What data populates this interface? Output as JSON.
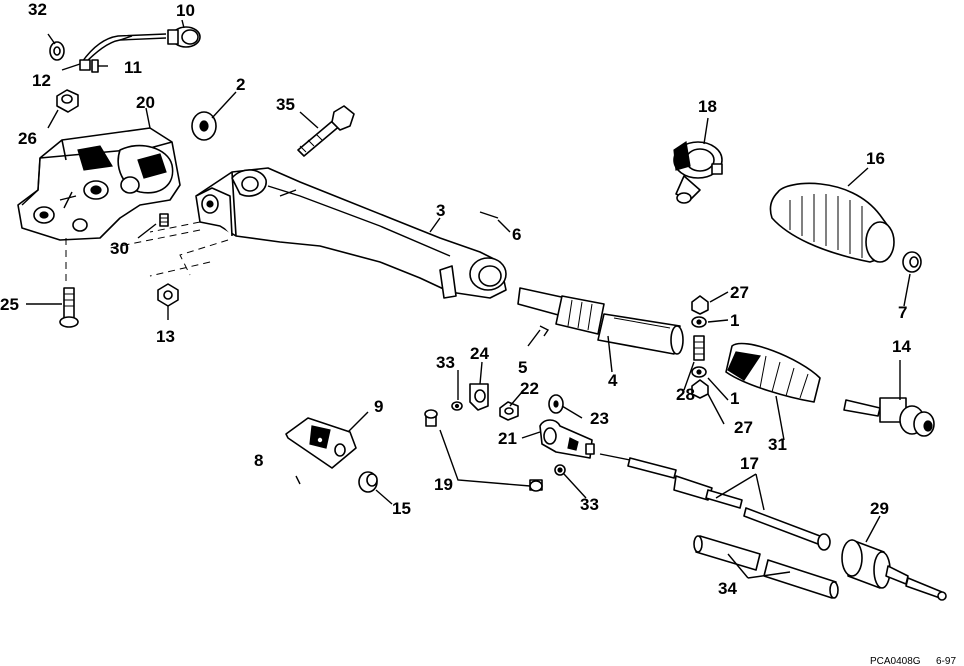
{
  "drawing_code": "PCA0408G",
  "drawing_date": "6-97",
  "callouts": [
    "32",
    "10",
    "12",
    "11",
    "20",
    "2",
    "35",
    "26",
    "30",
    "25",
    "13",
    "3",
    "6",
    "18",
    "16",
    "7",
    "27",
    "1",
    "5",
    "4",
    "28",
    "14",
    "33",
    "24",
    "22",
    "23",
    "9",
    "21",
    "8",
    "19",
    "15",
    "17",
    "29",
    "34",
    "31"
  ]
}
